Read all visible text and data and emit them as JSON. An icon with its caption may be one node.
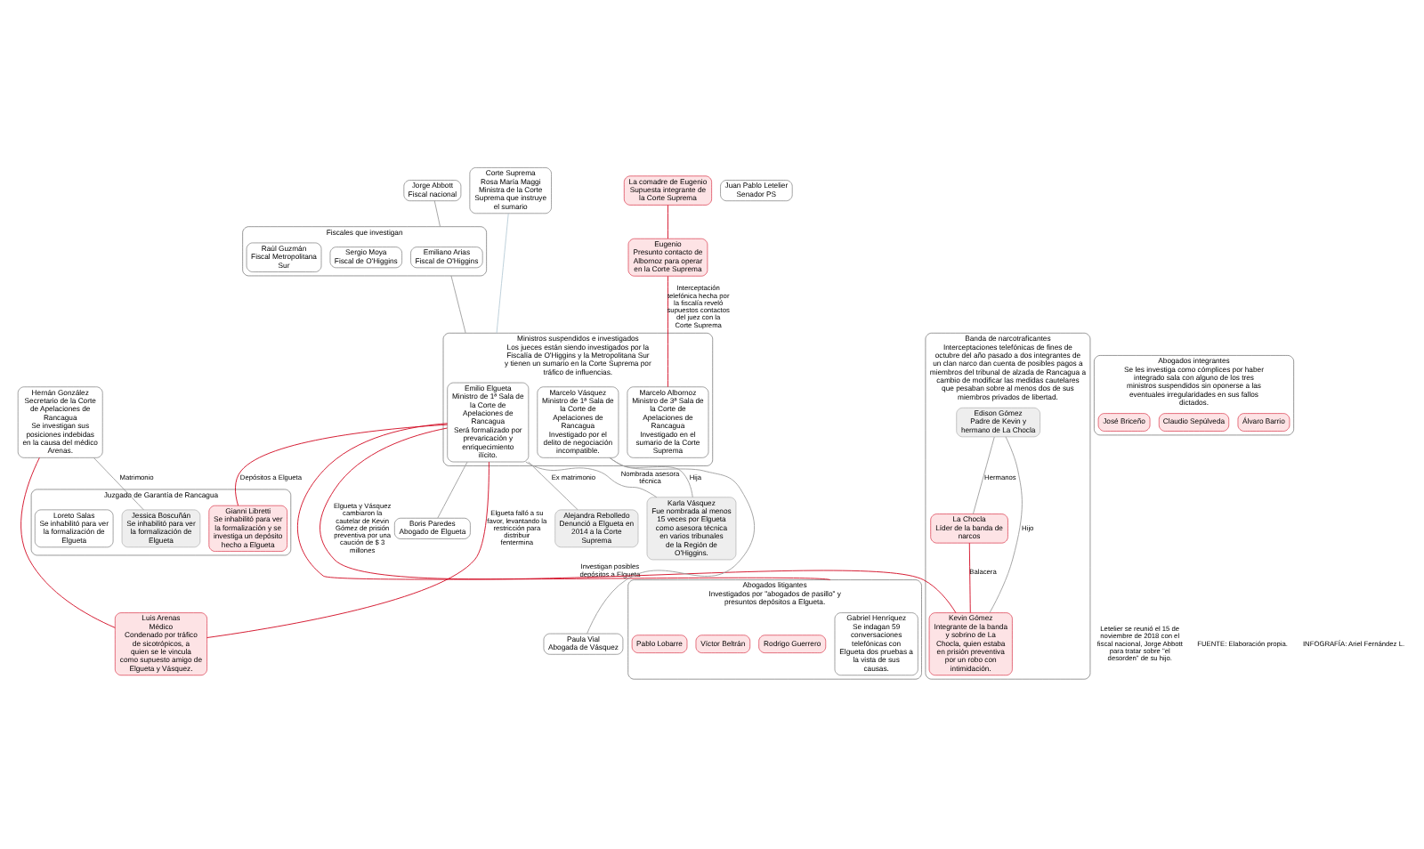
{
  "diagram": {
    "nodes": [
      {
        "text": [
          "Jorge Abbott",
          "Fiscal nacional"
        ]
      },
      {
        "text": [
          "Juan Pablo Letelier",
          "Senador PS"
        ]
      },
      {
        "text": [
          "Fiscales que investigan"
        ]
      },
      {
        "text": [
          "Emiliano Arias",
          "Fiscal de O'Higgins"
        ],
        "in": 2
      },
      {
        "text": [
          "Sergio Moya",
          "Fiscal de O'Higgins"
        ],
        "in": 2
      },
      {
        "text": [
          "Raúl Guzmán",
          "Fiscal Metropolitana Sur"
        ],
        "in": 2
      },
      {
        "text": [
          "Corte Suprema",
          "Rosa María Maggi",
          "Ministra de la Corte Suprema que instruye el sumario"
        ]
      },
      {
        "text": [
          "La comadre de Eugenio",
          "Supuesta integrante de la Corte Suprema"
        ]
      },
      {
        "text": [
          "Eugenio",
          "Presunto contacto de Albornoz para operar en la Corte Suprema"
        ]
      },
      {
        "text": [
          "Ministros suspendidos e investigados",
          "Los jueces están siendo investigados por la Fiscalía de O'Higgins y la Metropolitana Sur y tienen un sumario en la Corte Suprema por tráfico de influencias."
        ]
      },
      {
        "text": [
          "Emilio Elgueta",
          "Ministro de 1ª Sala de la Corte de Apelaciones de Rancagua",
          "Será formalizado por prevaricación y enriquecimiento ilícito."
        ],
        "in": 9
      },
      {
        "text": [
          "Marcelo Vásquez",
          "Ministro de 1ª Sala de la Corte de Apelaciones de Rancagua",
          "Investigado por el delito de negociación incompatible."
        ],
        "in": 9
      },
      {
        "text": [
          "Marcelo Albornoz",
          "Ministro de 3ª Sala de la Corte de Apelaciones de Rancagua",
          "Investigado en el sumario de la Corte Suprema"
        ],
        "in": 9
      },
      {
        "text": [
          "Abogados integrantes",
          "Se les investiga como cómplices por haber integrado sala con alguno de los tres ministros suspendidos sin oponerse a las eventuales irregularidades en sus fallos dictados."
        ]
      },
      {
        "text": [
          "Álvaro Barrio"
        ],
        "in": 13
      },
      {
        "text": [
          "Claudio Sepúlveda"
        ],
        "in": 13
      },
      {
        "text": [
          "José Briceño"
        ],
        "in": 13
      },
      {
        "text": [
          "Alejandra Rebolledo",
          "Denunció a Elgueta en 2014 a la Corte Suprema"
        ]
      },
      {
        "text": [
          "Karla Vásquez",
          "Fue nombrada al menos 15 veces por Elgueta como asesora técnica en varios tribunales de la Región de O'Higgins."
        ]
      },
      {
        "text": [
          "Paula Vial",
          "Abogada de Vásquez"
        ]
      },
      {
        "text": [
          "Boris Paredes",
          "Abogado de Elgueta"
        ]
      },
      {
        "text": [
          "Abogados litigantes",
          "Investigados por \"abogados de pasillo\" y presuntos depósitos a Elgueta."
        ]
      },
      {
        "text": [
          "Gabriel Henríquez",
          "Se indagan 59 conversaciones telefónicas con Elgueta dos pruebas a la vista de sus causas."
        ],
        "in": 21
      },
      {
        "text": [
          "Rodrigo Guerrero"
        ],
        "in": 21
      },
      {
        "text": [
          "Víctor Beltrán"
        ],
        "in": 21
      },
      {
        "text": [
          "Pablo Lobarre"
        ],
        "in": 21
      },
      {
        "text": [
          "Hernán González",
          "Secretario de la Corte de Apelaciones de Rancagua",
          "Se investigan sus posiciones indebidas en la causa del médico Arenas."
        ]
      },
      {
        "text": [
          "Luis Arenas",
          "Médico",
          "Condenado por tráfico de sicotrópicos, a quien se le vincula como supuesto amigo de Elgueta y Vásquez."
        ]
      },
      {
        "text": [
          "Juzgado de Garantía de Rancagua"
        ]
      },
      {
        "text": [
          "Jessica Boscuñán",
          "Se inhabilitó para ver la formalización de Elgueta"
        ],
        "in": 28
      },
      {
        "text": [
          "Gianni Libretti",
          "Se inhabilitó para ver la formalización y se investiga un depósito hecho a Elgueta"
        ],
        "in": 28
      },
      {
        "text": [
          "Loreto Salas",
          "Se inhabilitó para ver la formalización de Elgueta"
        ],
        "in": 28
      },
      {
        "text": [
          "Banda de narcotraficantes",
          "Interceptaciones telefónicas de fines de octubre del año pasado a dos integrantes de un clan narco dan cuenta de posibles pagos a miembros del tribunal de alzada de Rancagua a cambio de modificar las medidas cautelares que pesaban sobre al menos dos de sus miembros privados de libertad."
        ]
      },
      {
        "text": [
          "La Chocla",
          "Líder de la banda de narcos"
        ],
        "in": 32
      },
      {
        "text": [
          "Edison Gómez",
          "Padre de Kevin y hermano de La Chocla"
        ],
        "in": 32
      },
      {
        "text": [
          "Kevin Gómez",
          "Integrante de la banda y sobrino de La Chocla, quien estaba en prisión preventiva por un robo con intimidación."
        ],
        "in": 32
      }
    ],
    "edges": [
      {
        "from": 0,
        "to": 2,
        "arrow": "none"
      },
      {
        "from": 2,
        "to": 9,
        "arrow": "none"
      },
      {
        "from": 6,
        "to": 9,
        "arrow": "none",
        "color": "#b7cbd6"
      },
      {
        "from": 7,
        "to": 8,
        "arrow": "none",
        "color": "#d0021b"
      },
      {
        "from": 8,
        "to": 12,
        "arrow": "none",
        "color": "#d0021b",
        "label": "Interceptación telefónica hecha por la fiscalía reveló supuestos contactos del juez con la Corte Suprema"
      },
      {
        "from": 10,
        "to": 17,
        "arrow": "none",
        "label": "Ex matrimonio"
      },
      {
        "from": 10,
        "to": 21,
        "arrow": "none",
        "color": "#d0021b",
        "label": "Investigan posibles depósitos a Elgueta"
      },
      {
        "from": 10,
        "to": 18,
        "arrow": "none",
        "label": "Nombrada asesora técnica"
      },
      {
        "from": 11,
        "to": 18,
        "arrow": "none",
        "label": "Hija"
      },
      {
        "from": 11,
        "to": 19,
        "arrow": "none"
      },
      {
        "from": 10,
        "to": 20,
        "arrow": "none"
      },
      {
        "from": 10,
        "to": 27,
        "arrow": "none",
        "color": "#d0021b",
        "label": "Elgueta falló a su favor, levantando la restricción para distribuir fentermina"
      },
      {
        "from": 26,
        "to": 27,
        "arrow": "none",
        "color": "#d0021b"
      },
      {
        "from": 26,
        "to": 29,
        "arrow": "none",
        "label": "Matrimonio"
      },
      {
        "from": 30,
        "to": 10,
        "arrow": "none",
        "color": "#d0021b",
        "label": "Depósitos a Elgueta"
      },
      {
        "from": 10,
        "to": 35,
        "arrow": "none",
        "color": "#d0021b",
        "label": "Elgueta y Vásquez cambiaron la cautelar de Kevin Gómez de prisión preventiva por una caución de $ 3 millones"
      },
      {
        "from": 33,
        "to": 34,
        "arrow": "none",
        "label": "Hermanos"
      },
      {
        "from": 34,
        "to": 35,
        "arrow": "none",
        "label": "Hijo"
      },
      {
        "from": 33,
        "to": 35,
        "arrow": "none",
        "color": "#d0021b",
        "label": "Balacera"
      }
    ],
    "labels": [
      "Letelier se reunió el 15 de noviembre de 2018 con el fiscal nacional, Jorge Abbott para tratar sobre \"el desorden\" de su hijo.",
      "FUENTE: Elaboración propia.",
      "INFOGRAFÍA: Ariel Fernández L."
    ]
  }
}
